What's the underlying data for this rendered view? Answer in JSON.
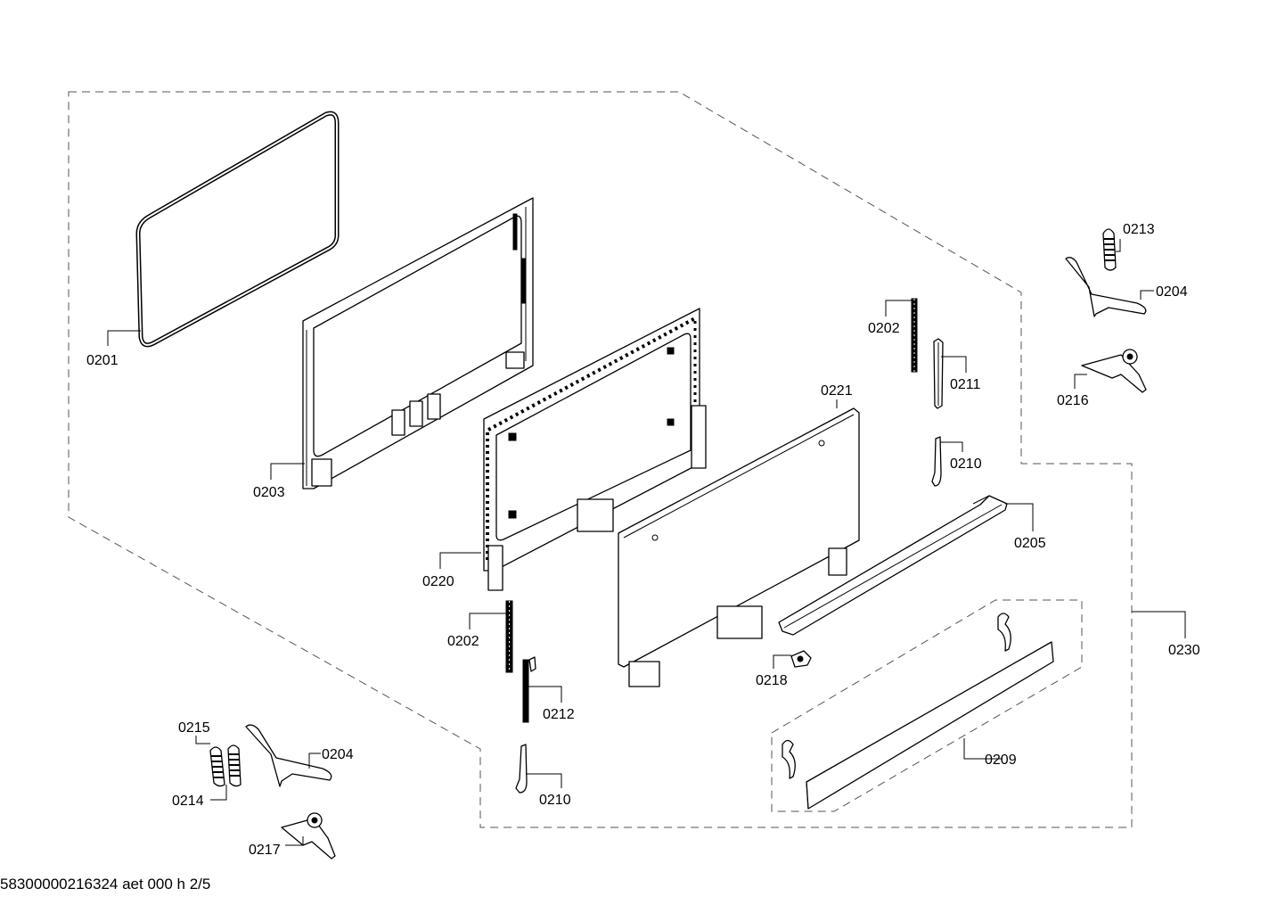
{
  "labels": {
    "l0201": "0201",
    "l0203": "0203",
    "l0220": "0220",
    "l0202a": "0202",
    "l0202b": "0202",
    "l0211": "0211",
    "l0210a": "0210",
    "l0210b": "0210",
    "l0221": "0221",
    "l0205": "0205",
    "l0230": "0230",
    "l0213": "0213",
    "l0204a": "0204",
    "l0204b": "0204",
    "l0216": "0216",
    "l0212": "0212",
    "l0218": "0218",
    "l0209": "0209",
    "l0215": "0215",
    "l0214": "0214",
    "l0217": "0217"
  },
  "footer": "58300000216324 aet 000 h 2/5"
}
